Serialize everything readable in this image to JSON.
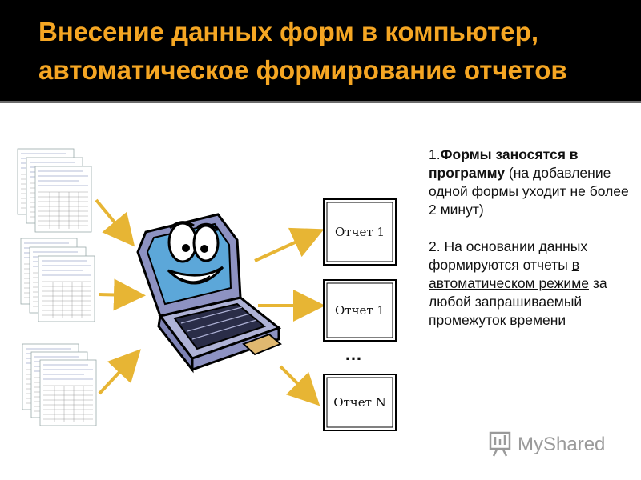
{
  "slide": {
    "title_line1": "Внесение данных форм в компьютер,",
    "title_line2": "автоматическое формирование отчетов"
  },
  "reports": [
    {
      "label": "Отчет 1"
    },
    {
      "label": "Отчет 1"
    },
    {
      "label": "Отчет N"
    }
  ],
  "ellipsis": "…",
  "text": {
    "p1_prefix": "1.",
    "p1_bold": "Формы заносятся в программу",
    "p1_rest": " (на добавление одной формы уходит не более 2 минут)",
    "p2_prefix": "2. На основании данных формируются отчеты ",
    "p2_underlined": "в автоматическом режиме",
    "p2_rest": " за любой запрашиваемый промежуток времени"
  },
  "watermark": {
    "text": "MyShared"
  },
  "colors": {
    "title": "#f5a623",
    "arrow": "#e7b534",
    "header_bg": "#000000"
  }
}
